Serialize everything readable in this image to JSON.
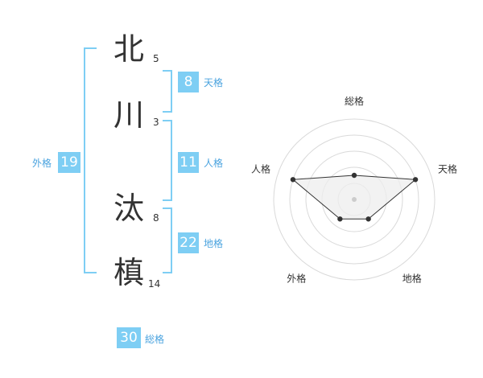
{
  "name": {
    "chars": [
      {
        "char": "北",
        "strokes": "5"
      },
      {
        "char": "川",
        "strokes": "3"
      },
      {
        "char": "汰",
        "strokes": "8"
      },
      {
        "char": "槙",
        "strokes": "14"
      }
    ]
  },
  "kaku": {
    "tenkaku": {
      "value": "8",
      "label": "天格"
    },
    "jinkaku": {
      "value": "11",
      "label": "人格"
    },
    "chikaku": {
      "value": "22",
      "label": "地格"
    },
    "gaikaku": {
      "value": "19",
      "label": "外格"
    },
    "soukaku": {
      "value": "30",
      "label": "総格"
    }
  },
  "colors": {
    "accent": "#7ecef4",
    "label": "#4aa3df",
    "text": "#333333"
  },
  "chart_data": {
    "type": "radar",
    "axes": [
      "総格",
      "天格",
      "地格",
      "外格",
      "人格"
    ],
    "values": [
      1.5,
      4,
      1.5,
      1.5,
      4
    ],
    "max": 5,
    "rings": 5
  }
}
